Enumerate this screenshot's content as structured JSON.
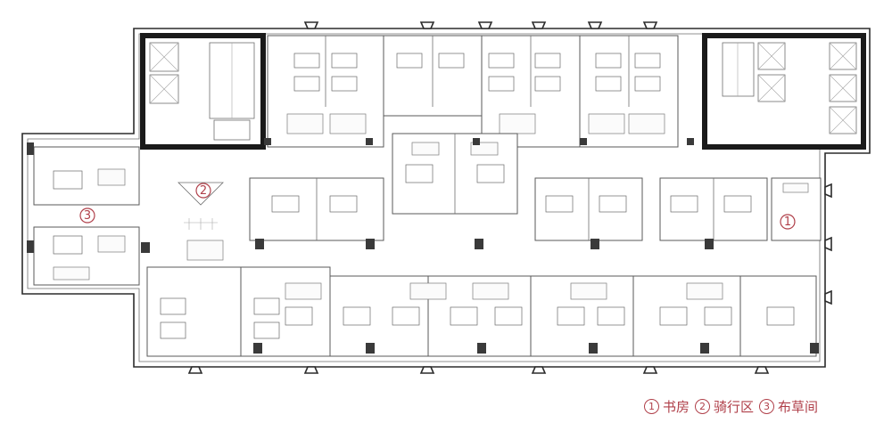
{
  "markers": [
    {
      "id": "1",
      "label": "书房"
    },
    {
      "id": "2",
      "label": "骑行区"
    },
    {
      "id": "3",
      "label": "布草间"
    }
  ],
  "legend": [
    {
      "num": "1",
      "label": "书房"
    },
    {
      "num": "2",
      "label": "骑行区"
    },
    {
      "num": "3",
      "label": "布草间"
    }
  ],
  "colors": {
    "accent": "#b0404a",
    "wall": "#2b2b2b",
    "column": "#3a3a3a"
  }
}
